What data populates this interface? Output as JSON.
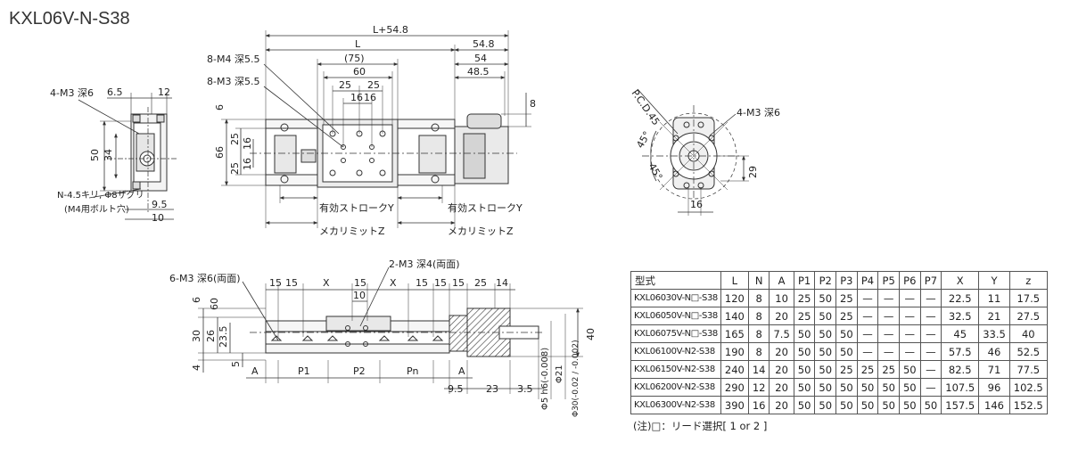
{
  "title": "KXL06V-N-S38",
  "top_view": {
    "dims": [
      "L+54.8",
      "L",
      "54.8",
      "(75)",
      "54",
      "60",
      "48.5",
      "25",
      "25",
      "16",
      "16",
      "8",
      "6",
      "66",
      "25",
      "16",
      "16",
      "25"
    ],
    "callouts": [
      "8-M4 深5.5",
      "8-M3 深5.5"
    ],
    "stroke_labels": [
      "有効ストロークY",
      "有効ストロークY",
      "メカリミットZ",
      "メカリミットZ"
    ]
  },
  "end_view": {
    "dims": [
      "6.5",
      "12",
      "50",
      "34",
      "9.5",
      "10"
    ],
    "callouts": [
      "4-M3 深6",
      "N-4.5キリ, Φ8ザグリ",
      "(M4用ボルト穴)"
    ]
  },
  "flange_view": {
    "dims": [
      "P.C.D.45",
      "45°",
      "45°",
      "29",
      "16"
    ],
    "callouts": [
      "4-M3 深6"
    ]
  },
  "side_view": {
    "callouts": [
      "6-M3 深6(両面)",
      "2-M3 深4(両面)"
    ],
    "top_dims": [
      "15",
      "15",
      "X",
      "15",
      "X",
      "15",
      "15",
      "15",
      "25",
      "14",
      "10"
    ],
    "left_dims": [
      "6",
      "30",
      "26",
      "23.5",
      "4",
      "5",
      "60"
    ],
    "right_dims": [
      "40",
      "Φ5 h6(-0.008)",
      "Φ21",
      "Φ30(-0.02 / -0.002)"
    ],
    "bottom_dims": [
      "A",
      "P1",
      "P2",
      "Pn",
      "A",
      "9.5",
      "23",
      "3.5"
    ]
  },
  "table": {
    "headers": [
      "型式",
      "L",
      "N",
      "A",
      "P1",
      "P2",
      "P3",
      "P4",
      "P5",
      "P6",
      "P7",
      "X",
      "Y",
      "z"
    ],
    "rows": [
      [
        "KXL06030V-N□-S38",
        "120",
        "8",
        "10",
        "25",
        "50",
        "25",
        "—",
        "—",
        "—",
        "—",
        "22.5",
        "11",
        "17.5"
      ],
      [
        "KXL06050V-N□-S38",
        "140",
        "8",
        "20",
        "25",
        "50",
        "25",
        "—",
        "—",
        "—",
        "—",
        "32.5",
        "21",
        "27.5"
      ],
      [
        "KXL06075V-N□-S38",
        "165",
        "8",
        "7.5",
        "50",
        "50",
        "50",
        "—",
        "—",
        "—",
        "—",
        "45",
        "33.5",
        "40"
      ],
      [
        "KXL06100V-N2-S38",
        "190",
        "8",
        "20",
        "50",
        "50",
        "50",
        "—",
        "—",
        "—",
        "—",
        "57.5",
        "46",
        "52.5"
      ],
      [
        "KXL06150V-N2-S38",
        "240",
        "14",
        "20",
        "50",
        "50",
        "25",
        "25",
        "25",
        "50",
        "—",
        "82.5",
        "71",
        "77.5"
      ],
      [
        "KXL06200V-N2-S38",
        "290",
        "12",
        "20",
        "50",
        "50",
        "50",
        "50",
        "50",
        "50",
        "—",
        "107.5",
        "96",
        "102.5"
      ],
      [
        "KXL06300V-N2-S38",
        "390",
        "16",
        "20",
        "50",
        "50",
        "50",
        "50",
        "50",
        "50",
        "50",
        "157.5",
        "146",
        "152.5"
      ]
    ]
  },
  "note": "(注)□：リード選択[ 1 or 2 ]"
}
